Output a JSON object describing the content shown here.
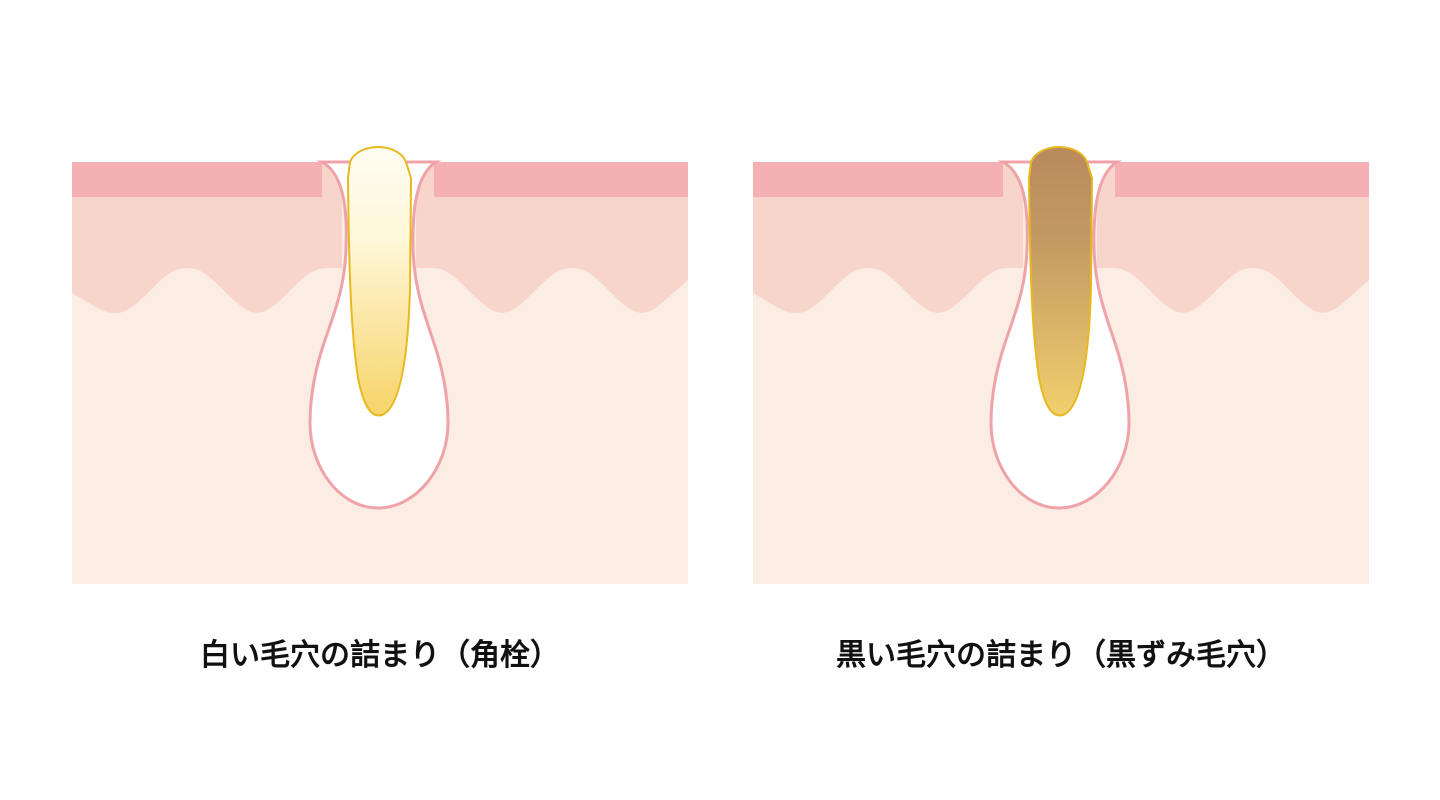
{
  "panels": [
    {
      "id": "white",
      "caption": "白い毛穴の詰まり（角栓）",
      "plug_colors": {
        "top": "#fffdf3",
        "mid": "#fff7d8",
        "bottom": "#f6d468"
      }
    },
    {
      "id": "black",
      "caption": "黒い毛穴の詰まり（黒ずみ毛穴）",
      "plug_colors": {
        "top": "#b98a5c",
        "mid": "#c39a63",
        "bottom": "#f1d06d"
      }
    }
  ],
  "colors": {
    "epidermis_top": "#f5b0b4",
    "epidermis": "#f8d5cb",
    "dermis": "#fbece4",
    "follicle_stroke": "#efa3a8",
    "follicle_fill": "#ffffff",
    "plug_stroke": "#e8b820"
  }
}
